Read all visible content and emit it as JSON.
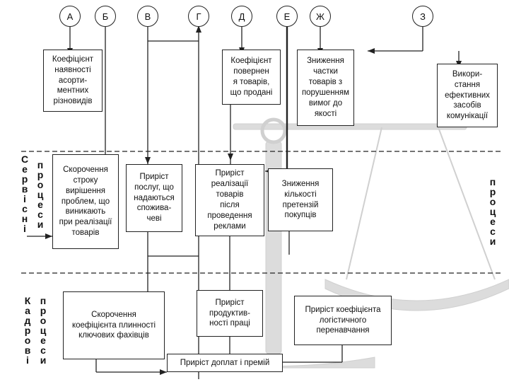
{
  "circles": [
    "А",
    "Б",
    "В",
    "Г",
    "Д",
    "Е",
    "Ж",
    "З"
  ],
  "boxes": {
    "assortment": [
      "Коефіцієнт",
      "наявності",
      "асорти-",
      "ментних",
      "різновидів"
    ],
    "returns": [
      "Коефіцієнт",
      "повернен",
      "я товарів,",
      "що продані"
    ],
    "defects": [
      "Зниження",
      "частки",
      "товарів з",
      "порушенням",
      "вимог до",
      "якості"
    ],
    "communications": [
      "Викори-",
      "стання",
      "ефективних",
      "засобів",
      "комунікації"
    ],
    "problem_time": [
      "Скорочення",
      "строку",
      "вирішення",
      "проблем, що",
      "виникають",
      "при реалізації",
      "товарів"
    ],
    "services": [
      "Приріст",
      "послуг, що",
      "надаються",
      "спожива-",
      "чеві"
    ],
    "ads": [
      "Приріст",
      "реалізації",
      "товарів",
      "після",
      "проведення",
      "реклами"
    ],
    "complaints": [
      "Зниження",
      "кількості",
      "претензій",
      "покупців"
    ],
    "turnover": [
      "Скорочення",
      "коефіцієнта плинності",
      "ключових фахівців"
    ],
    "productivity": [
      "Приріст",
      "продуктив-",
      "ності праці"
    ],
    "training": [
      "Приріст коефіцієнта",
      "логістичного",
      "перенавчання"
    ],
    "bonuses": [
      "Приріст доплат і премій"
    ]
  },
  "side_labels": {
    "service": [
      "С",
      "е",
      "р",
      "в",
      "і",
      "с",
      "н",
      "і"
    ],
    "processes_left": [
      "п",
      "р",
      "о",
      "ц",
      "е",
      "с",
      "и"
    ],
    "processes_right": [
      "п",
      "р",
      "о",
      "ц",
      "е",
      "с",
      "и"
    ],
    "personnel": [
      "К",
      "а",
      "д",
      "р",
      "о",
      "в",
      "і"
    ],
    "processes_bottom": [
      "п",
      "р",
      "о",
      "ц",
      "е",
      "с",
      "и"
    ]
  },
  "colors": {
    "line": "#222222",
    "watermark": "#d9d9d9"
  }
}
